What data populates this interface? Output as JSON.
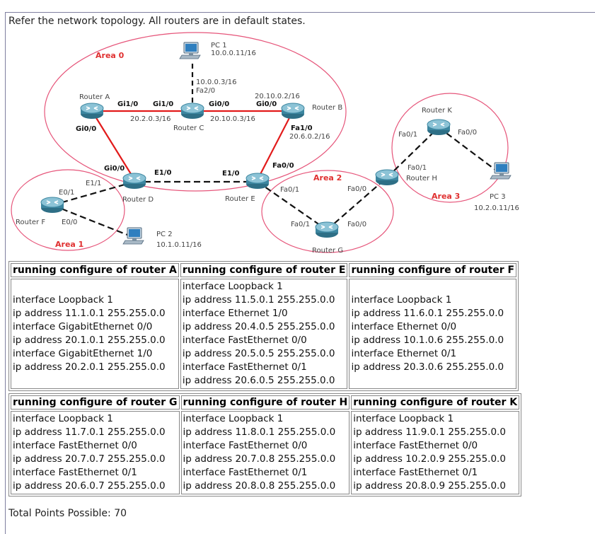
{
  "question": "Refer the network topology. All routers are in default states.",
  "total": "Total Points Possible: 70",
  "topology": {
    "areas": [
      "Area 0",
      "Area 1",
      "Area 2",
      "Area 3"
    ],
    "routers": [
      "Router A",
      "Router B",
      "Router C",
      "Router D",
      "Router E",
      "Router F",
      "Router G",
      "Router H",
      "Router K"
    ],
    "pcs": [
      {
        "name": "PC 1",
        "ip": "10.0.0.11/16"
      },
      {
        "name": "PC 2",
        "ip": "10.1.0.11/16"
      },
      {
        "name": "PC 3",
        "ip": "10.2.0.11/16"
      }
    ],
    "labels": {
      "c_pc1_ip": "10.0.0.3/16",
      "c_fa20": "Fa2/0",
      "a_gi10": "Gi1/0",
      "c_gi10": "Gi1/0",
      "a_c_net": "20.2.0.3/16",
      "c_gi00": "Gi0/0",
      "c_b_net": "20.10.0.3/16",
      "b_ip": "20.10.0.2/16",
      "b_gi00": "Gi0/0",
      "b_fa10": "Fa1/0",
      "b_fa10_ip": "20.6.0.2/16",
      "a_gi00": "Gi0/0",
      "d_gi00": "Gi0/0",
      "d_e10": "E1/0",
      "d_e11": "E1/1",
      "e_e10": "E1/0",
      "e_fa00": "Fa0/0",
      "e_fa01": "Fa0/1",
      "f_e01": "E0/1",
      "f_e00": "E0/0",
      "g_fa01": "Fa0/1",
      "g_fa00": "Fa0/0",
      "h_fa00": "Fa0/0",
      "h_fa01": "Fa0/1",
      "k_fa01": "Fa0/1",
      "k_fa00": "Fa0/0"
    }
  },
  "tables": [
    {
      "headers": [
        "running configure of router A",
        "running configure of router E",
        "running configure of router F"
      ],
      "cells": [
        [
          "interface Loopback 1",
          "ip address 11.1.0.1 255.255.0.0",
          "interface GigabitEthernet 0/0",
          "ip address 20.1.0.1 255.255.0.0",
          "interface GigabitEthernet 1/0",
          "ip address 20.2.0.1 255.255.0.0"
        ],
        [
          "interface Loopback 1",
          "ip address 11.5.0.1 255.255.0.0",
          "interface Ethernet 1/0",
          "ip address 20.4.0.5 255.255.0.0",
          "interface FastEthernet 0/0",
          "ip address 20.5.0.5 255.255.0.0",
          "interface FastEthernet 0/1",
          "ip address 20.6.0.5 255.255.0.0"
        ],
        [
          "interface Loopback 1",
          "ip address 11.6.0.1 255.255.0.0",
          "interface Ethernet 0/0",
          "ip address 10.1.0.6 255.255.0.0",
          "interface Ethernet 0/1",
          "ip address 20.3.0.6 255.255.0.0"
        ]
      ]
    },
    {
      "headers": [
        "running configure of router G",
        "running configure of router H",
        "running configure of router K"
      ],
      "cells": [
        [
          "interface Loopback 1",
          "ip address 11.7.0.1 255.255.0.0",
          "interface FastEthernet 0/0",
          "ip address 20.7.0.7 255.255.0.0",
          "interface FastEthernet 0/1",
          "ip address 20.6.0.7 255.255.0.0"
        ],
        [
          "interface Loopback 1",
          "ip address 11.8.0.1 255.255.0.0",
          "interface FastEthernet 0/0",
          "ip address 20.7.0.8 255.255.0.0",
          "interface FastEthernet 0/1",
          "ip address 20.8.0.8 255.255.0.0"
        ],
        [
          "interface Loopback 1",
          "ip address 11.9.0.1 255.255.0.0",
          "interface FastEthernet 0/0",
          "ip address 10.2.0.9 255.255.0.0",
          "interface FastEthernet 0/1",
          "ip address 20.8.0.9 255.255.0.0"
        ]
      ]
    }
  ]
}
